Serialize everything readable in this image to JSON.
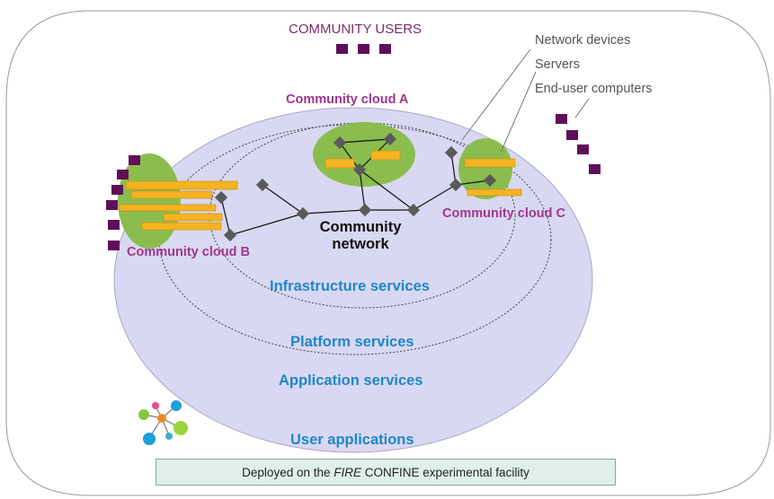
{
  "header": {
    "community_users": "COMMUNITY USERS"
  },
  "legend": {
    "network_devices": "Network devices",
    "servers": "Servers",
    "end_user_computers": "End-user computers"
  },
  "clouds": {
    "a": "Community  cloud A",
    "b": "Community cloud B",
    "c": "Community cloud C"
  },
  "network": {
    "line1": "Community",
    "line2": "network"
  },
  "services": {
    "infrastructure": "Infrastructure services",
    "platform": "Platform services",
    "application": "Application services",
    "user": "User applications"
  },
  "footer": {
    "prefix": "Deployed on the ",
    "fire": "FIRE",
    "suffix": " CONFINE experimental facility"
  },
  "colors": {
    "outer_ellipse": "#d9d8f2",
    "cloud_green": "#8bbd4e",
    "server": "#f6b321",
    "device": "#5a5a5a",
    "user_computer": "#5f0f5a",
    "heading_purple": "#a0368c",
    "service_blue": "#1f86c8"
  }
}
